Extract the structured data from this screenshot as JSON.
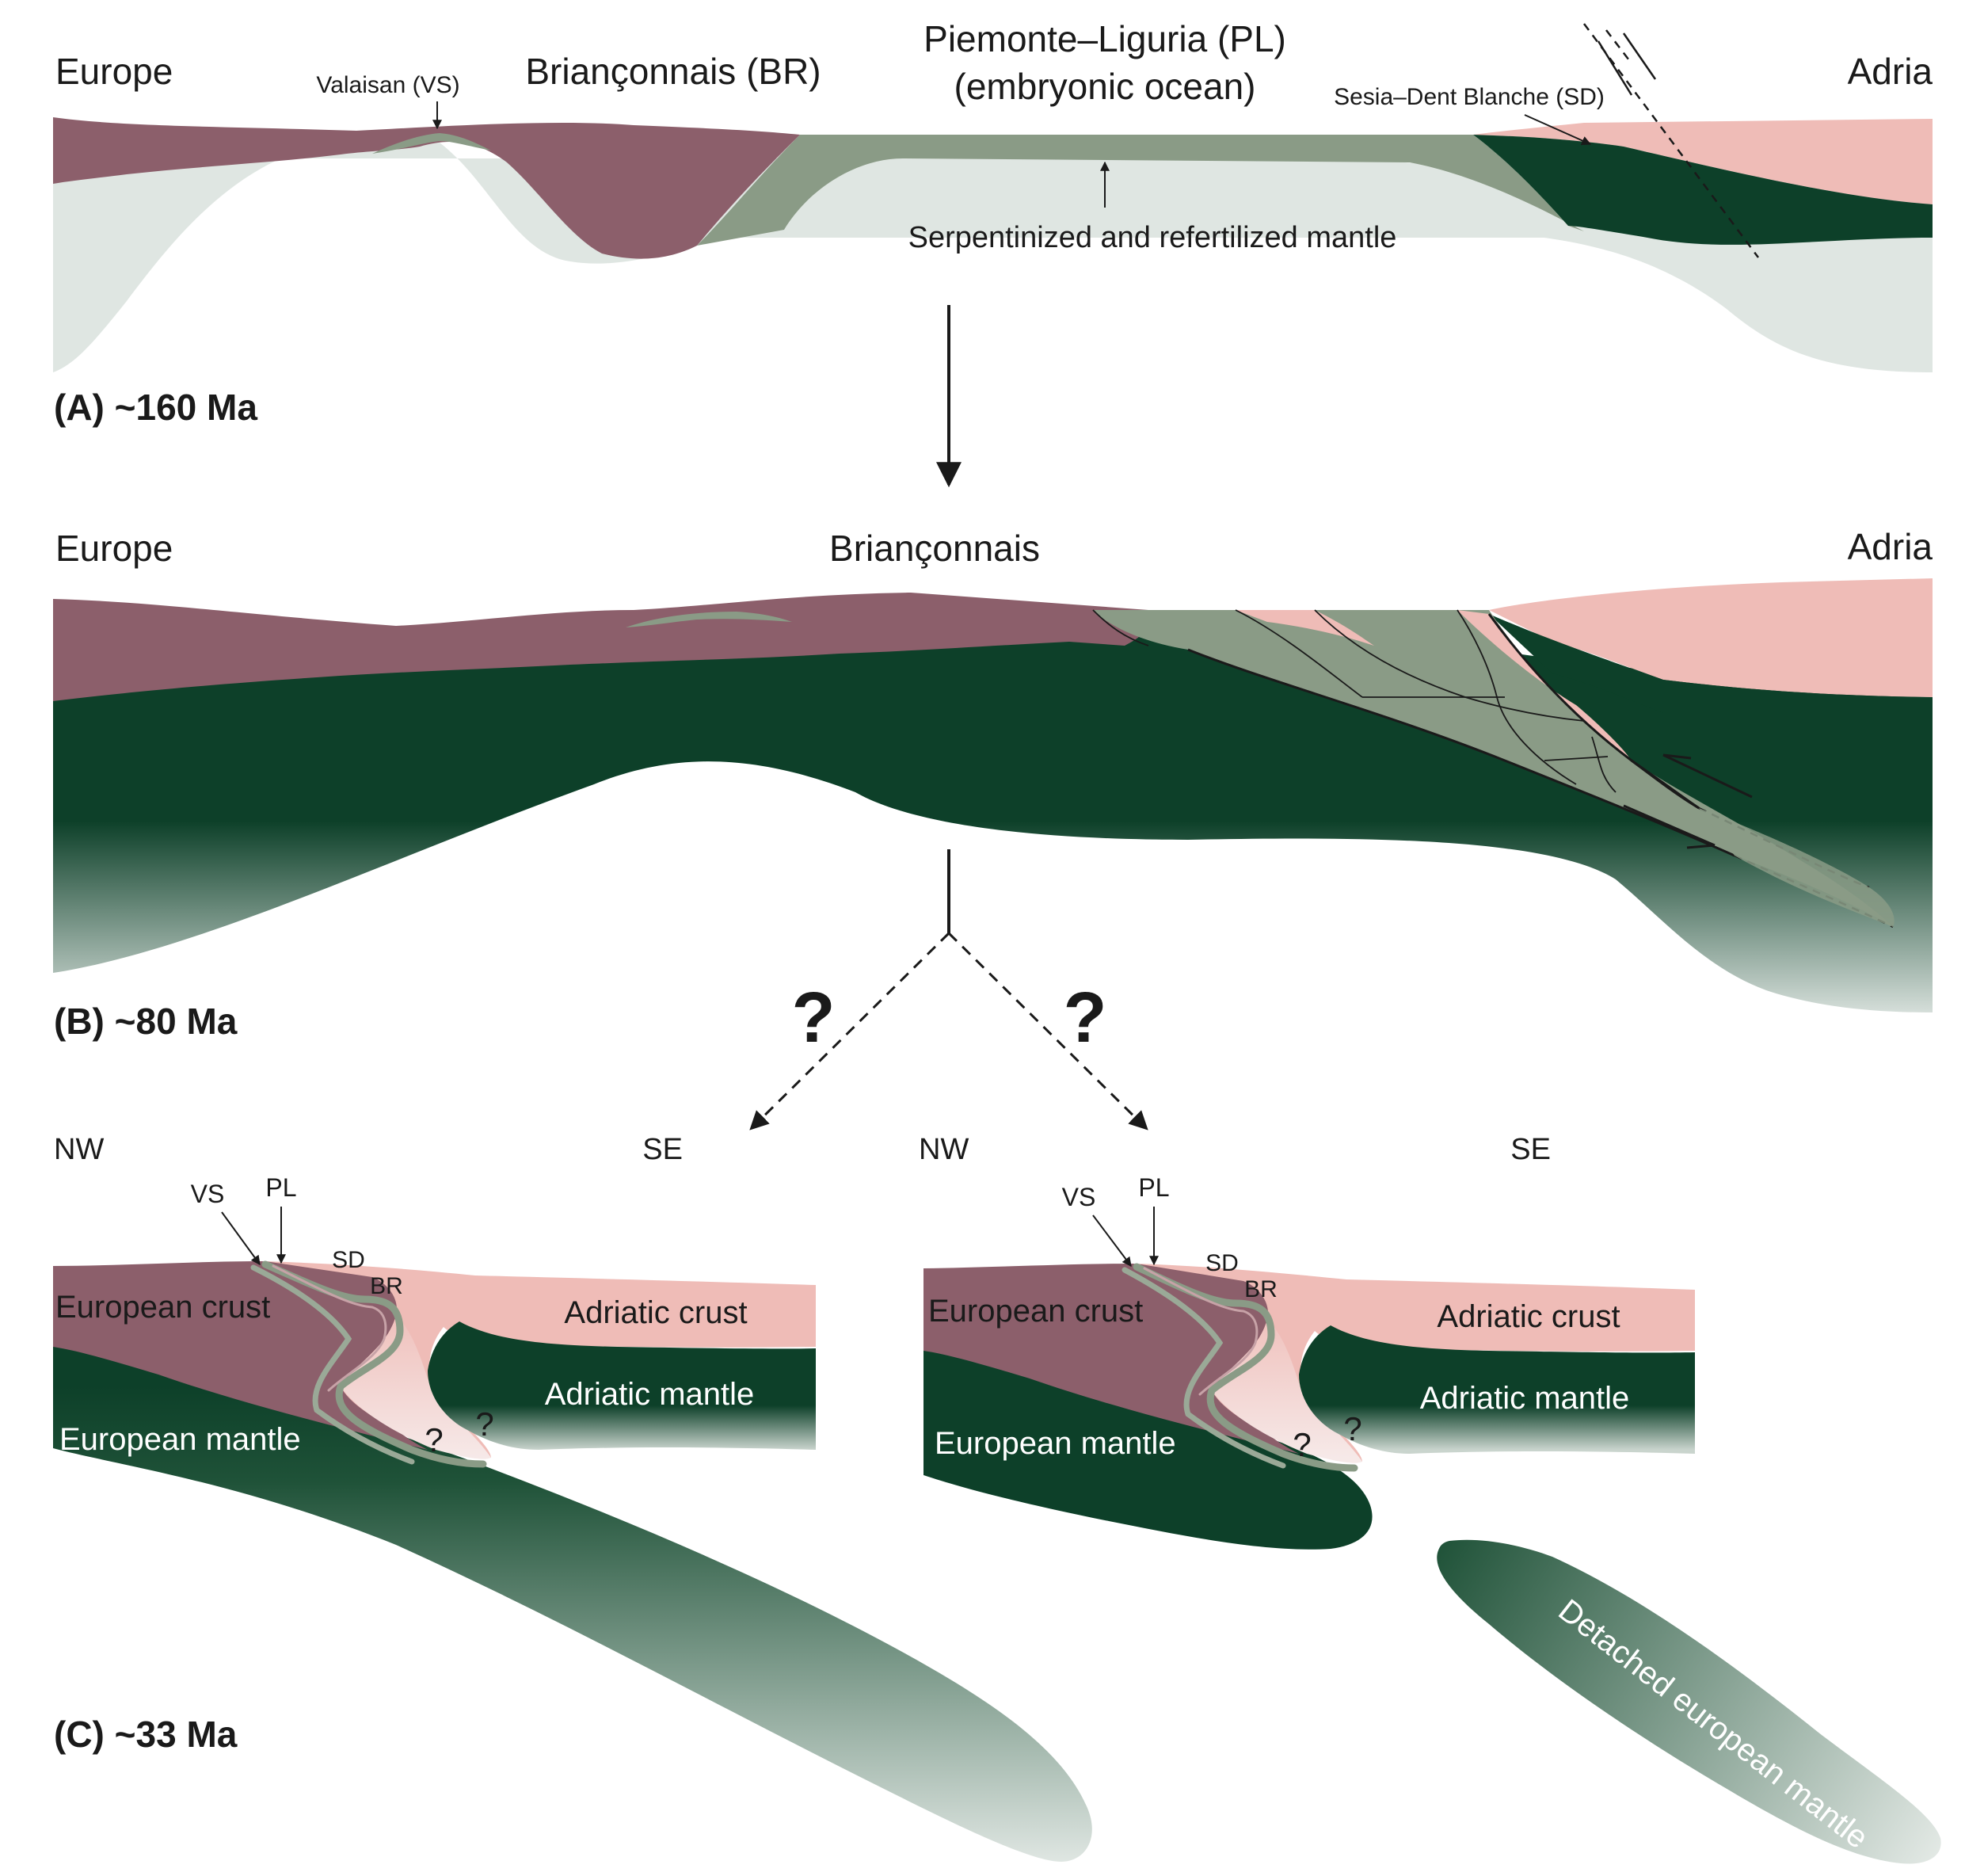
{
  "colors": {
    "european_crust": "#8c5f6b",
    "mantle": "#0d4029",
    "serpentinized_mantle": "#8a9b86",
    "adriatic_crust": "#efbcb7",
    "text": "#1a1a1a",
    "text_on_dark": "#ffffff"
  },
  "panel_a": {
    "caption": "(A) ~160 Ma",
    "europe": "Europe",
    "adria": "Adria",
    "valaisan": "Valaisan (VS)",
    "brianconnais": "Briançonnais (BR)",
    "pl_line1": "Piemonte–Liguria (PL)",
    "pl_line2": "(embryonic ocean)",
    "sesia": "Sesia–Dent Blanche (SD)",
    "serpentinized": "Serpentinized and refertilized mantle"
  },
  "panel_b": {
    "caption": "(B) ~80 Ma",
    "europe": "Europe",
    "brianconnais": "Briançonnais",
    "adria": "Adria"
  },
  "panel_c": {
    "caption": "(C) ~33 Ma",
    "question": "?",
    "left": {
      "nw": "NW",
      "se": "SE",
      "vs": "VS",
      "pl": "PL",
      "sd": "SD",
      "br": "BR",
      "european_crust": "European crust",
      "adriatic_crust": "Adriatic crust",
      "adriatic_mantle": "Adriatic mantle",
      "european_mantle": "European mantle",
      "q": "?"
    },
    "right": {
      "nw": "NW",
      "se": "SE",
      "vs": "VS",
      "pl": "PL",
      "sd": "SD",
      "br": "BR",
      "european_crust": "European crust",
      "adriatic_crust": "Adriatic crust",
      "adriatic_mantle": "Adriatic mantle",
      "european_mantle": "European mantle",
      "q": "?",
      "detached": "Detached european mantle"
    }
  }
}
